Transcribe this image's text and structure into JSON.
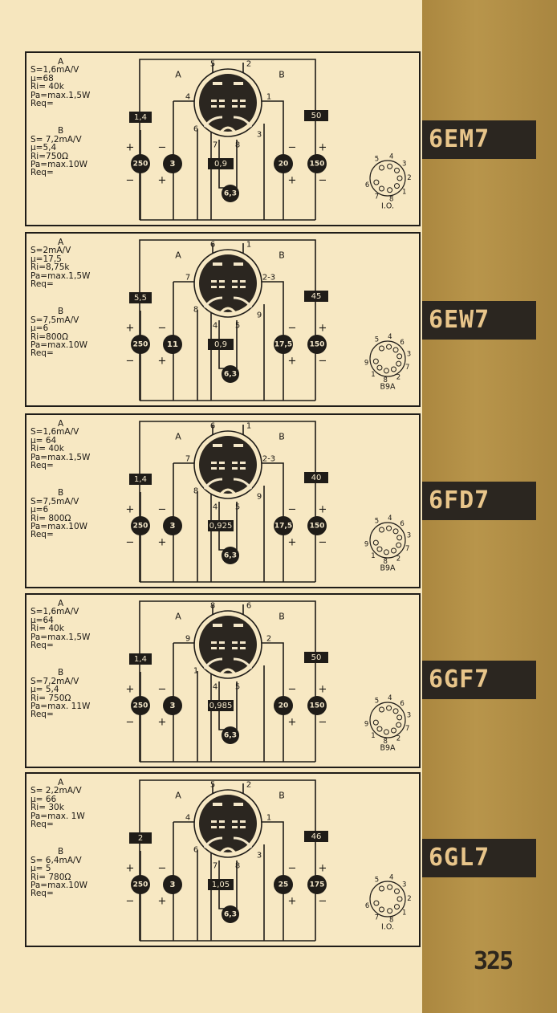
{
  "page_number": "325",
  "colors": {
    "paper": "#f6e6be",
    "stripe": "#ab873f",
    "ink": "#1f1c18",
    "tag_text": "#e8c58a"
  },
  "tubes": [
    {
      "name": "6EM7",
      "specs": [
        "A",
        "S=1,6mA/V",
        "μ=68",
        "Ri= 40k",
        "Pa=max.1,5W",
        "Req=",
        "B",
        "S= 7,2mA/V",
        "μ=5,4",
        "Ri=750Ω",
        "Pa=max.10W",
        "Req="
      ],
      "pins": {
        "top_left": "5",
        "top_right": "2",
        "grid_a": "4",
        "grid_b": "1",
        "cath_a": "6",
        "cath_b": "3",
        "heater_l": "7",
        "heater_r": "8"
      },
      "values": {
        "sec_a": "A",
        "sec_b": "B",
        "res_a": "1,4",
        "res_b": "50",
        "plus_l": "+",
        "minus_l": "−",
        "volt_a": "250",
        "bias_a": "3",
        "heater_v": "0,9",
        "bias_b": "20",
        "volt_b": "150",
        "heater": "6,3",
        "plus_r": "+",
        "minus_r": "−"
      },
      "socket": {
        "labels": [
          "5",
          "4",
          "3",
          "2",
          "1",
          "8",
          "7",
          "6"
        ],
        "base": "I.O."
      }
    },
    {
      "name": "6EW7",
      "specs": [
        "A",
        "S=2mA/V",
        "μ=17,5",
        "Ri=8,75k",
        "Pa=max.1,5W",
        "Req=",
        "B",
        "S=7,5mA/V",
        "μ=6",
        "Ri=800Ω",
        "Pa=max.10W",
        "Req="
      ],
      "pins": {
        "top_left": "6",
        "top_right": "1",
        "grid_a": "7",
        "grid_b": "2-3",
        "cath_a": "8",
        "cath_b": "9",
        "heater_l": "4",
        "heater_r": "5"
      },
      "values": {
        "sec_a": "A",
        "sec_b": "B",
        "res_a": "5,5",
        "res_b": "45",
        "plus_l": "+",
        "minus_l": "−",
        "volt_a": "250",
        "bias_a": "11",
        "heater_v": "0,9",
        "bias_b": "17,5",
        "volt_b": "150",
        "heater": "6,3",
        "plus_r": "+",
        "minus_r": "−"
      },
      "socket": {
        "labels": [
          "5",
          "4",
          "6",
          "3",
          "7",
          "2",
          "8",
          "1",
          "9"
        ],
        "base": "B9A"
      }
    },
    {
      "name": "6FD7",
      "specs": [
        "A",
        "S=1,6mA/V",
        "μ= 64",
        "Ri= 40k",
        "Pa=max.1,5W",
        "Req=",
        "B",
        "S=7,5mA/V",
        "μ=6",
        "Ri= 800Ω",
        "Pa=max.10W",
        "Req="
      ],
      "pins": {
        "top_left": "6",
        "top_right": "1",
        "grid_a": "7",
        "grid_b": "2-3",
        "cath_a": "8",
        "cath_b": "9",
        "heater_l": "4",
        "heater_r": "5"
      },
      "values": {
        "sec_a": "A",
        "sec_b": "B",
        "res_a": "1,4",
        "res_b": "40",
        "plus_l": "+",
        "minus_l": "−",
        "volt_a": "250",
        "bias_a": "3",
        "heater_v": "0,925",
        "bias_b": "17,5",
        "volt_b": "150",
        "heater": "6,3",
        "plus_r": "+",
        "minus_r": "−"
      },
      "socket": {
        "labels": [
          "5",
          "4",
          "6",
          "3",
          "7",
          "2",
          "8",
          "1",
          "9"
        ],
        "base": "B9A"
      }
    },
    {
      "name": "6GF7",
      "specs": [
        "A",
        "S=1,6mA/V",
        "μ=64",
        "Ri= 40k",
        "Pa=max.1,5W",
        "Req=",
        "B",
        "S=7,2mA/V",
        "μ= 5,4",
        "Ri= 750Ω",
        "Pa=max. 11W",
        "Req="
      ],
      "pins": {
        "top_left": "8",
        "top_right": "6",
        "grid_a": "9",
        "grid_b": "2",
        "cath_a": "1",
        "cath_b": "",
        "heater_l": "4",
        "heater_r": "5"
      },
      "values": {
        "sec_a": "A",
        "sec_b": "B",
        "res_a": "1,4",
        "res_b": "50",
        "plus_l": "+",
        "minus_l": "−",
        "volt_a": "250",
        "bias_a": "3",
        "heater_v": "0,985",
        "bias_b": "20",
        "volt_b": "150",
        "heater": "6,3",
        "plus_r": "+",
        "minus_r": "−"
      },
      "socket": {
        "labels": [
          "5",
          "4",
          "6",
          "3",
          "7",
          "2",
          "8",
          "1",
          "9"
        ],
        "base": "B9A"
      }
    },
    {
      "name": "6GL7",
      "specs": [
        "A",
        "S= 2,2mA/V",
        "μ= 66",
        "Ri= 30k",
        "Pa=max. 1W",
        "Req=",
        "B",
        "S= 6,4mA/V",
        "μ= 5",
        "Ri= 780Ω",
        "Pa=max.10W",
        "Req="
      ],
      "pins": {
        "top_left": "5",
        "top_right": "2",
        "grid_a": "4",
        "grid_b": "1",
        "cath_a": "6",
        "cath_b": "3",
        "heater_l": "7",
        "heater_r": "8"
      },
      "values": {
        "sec_a": "A",
        "sec_b": "B",
        "res_a": "2",
        "res_b": "46",
        "plus_l": "+",
        "minus_l": "−",
        "volt_a": "250",
        "bias_a": "3",
        "heater_v": "1,05",
        "bias_b": "25",
        "volt_b": "175",
        "heater": "6,3",
        "plus_r": "+",
        "minus_r": "−"
      },
      "socket": {
        "labels": [
          "5",
          "4",
          "3",
          "2",
          "1",
          "8",
          "7",
          "6"
        ],
        "base": "I.O."
      }
    }
  ]
}
